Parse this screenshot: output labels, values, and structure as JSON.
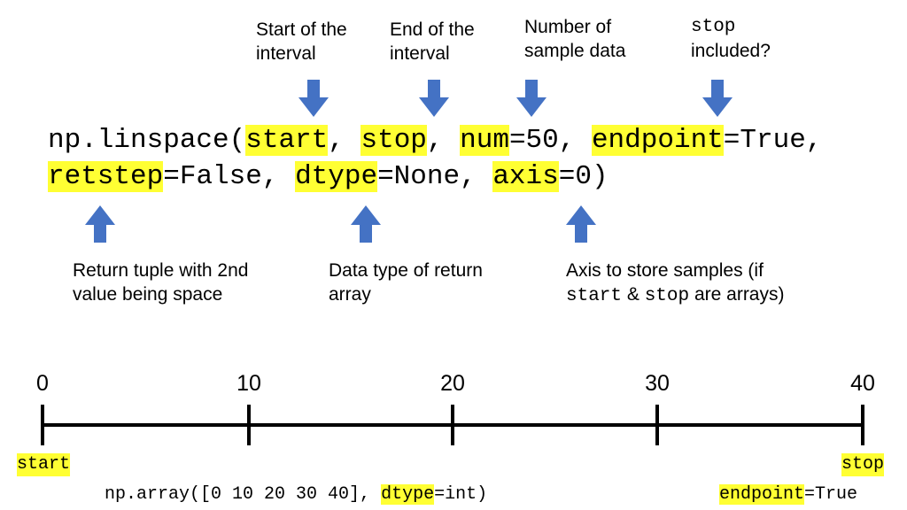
{
  "annotations_top": [
    {
      "line1": "Start of the",
      "line2": "interval"
    },
    {
      "line1": "End of the",
      "line2": "interval"
    },
    {
      "line1": "Number of",
      "line2": "sample data"
    },
    {
      "line1_code": "stop",
      "line2": "included?"
    }
  ],
  "code": {
    "line1": {
      "prefix": "np.linspace(",
      "start": "start",
      "sep1": ", ",
      "stop": "stop",
      "sep2": ", ",
      "num": "num",
      "num_rest": "=50, ",
      "endpoint": "endpoint",
      "endpoint_rest": "=True,"
    },
    "line2": {
      "retstep": "retstep",
      "retstep_rest": "=False, ",
      "dtype": "dtype",
      "dtype_rest": "=None, ",
      "axis": "axis",
      "axis_rest": "=0)"
    }
  },
  "annotations_bottom": [
    {
      "line1": "Return tuple with 2nd",
      "line2": "value being space"
    },
    {
      "line1": "Data type of return",
      "line2": "array"
    },
    {
      "line1": "Axis to store samples (if",
      "line2_code_a": "start",
      "line2_mid": " & ",
      "line2_code_b": "stop",
      "line2_rest": " are arrays)"
    }
  ],
  "number_line": {
    "ticks": [
      "0",
      "10",
      "20",
      "30",
      "40"
    ],
    "start_label": "start",
    "stop_label": "stop",
    "result_prefix": "np.array([0 10 20 30 40], ",
    "result_dtype": "dtype",
    "result_suffix": "=int)",
    "endpoint_label": "endpoint",
    "endpoint_value": "=True"
  },
  "colors": {
    "highlight": "#ffff33",
    "arrow": "#4472c4",
    "line": "#000000"
  }
}
